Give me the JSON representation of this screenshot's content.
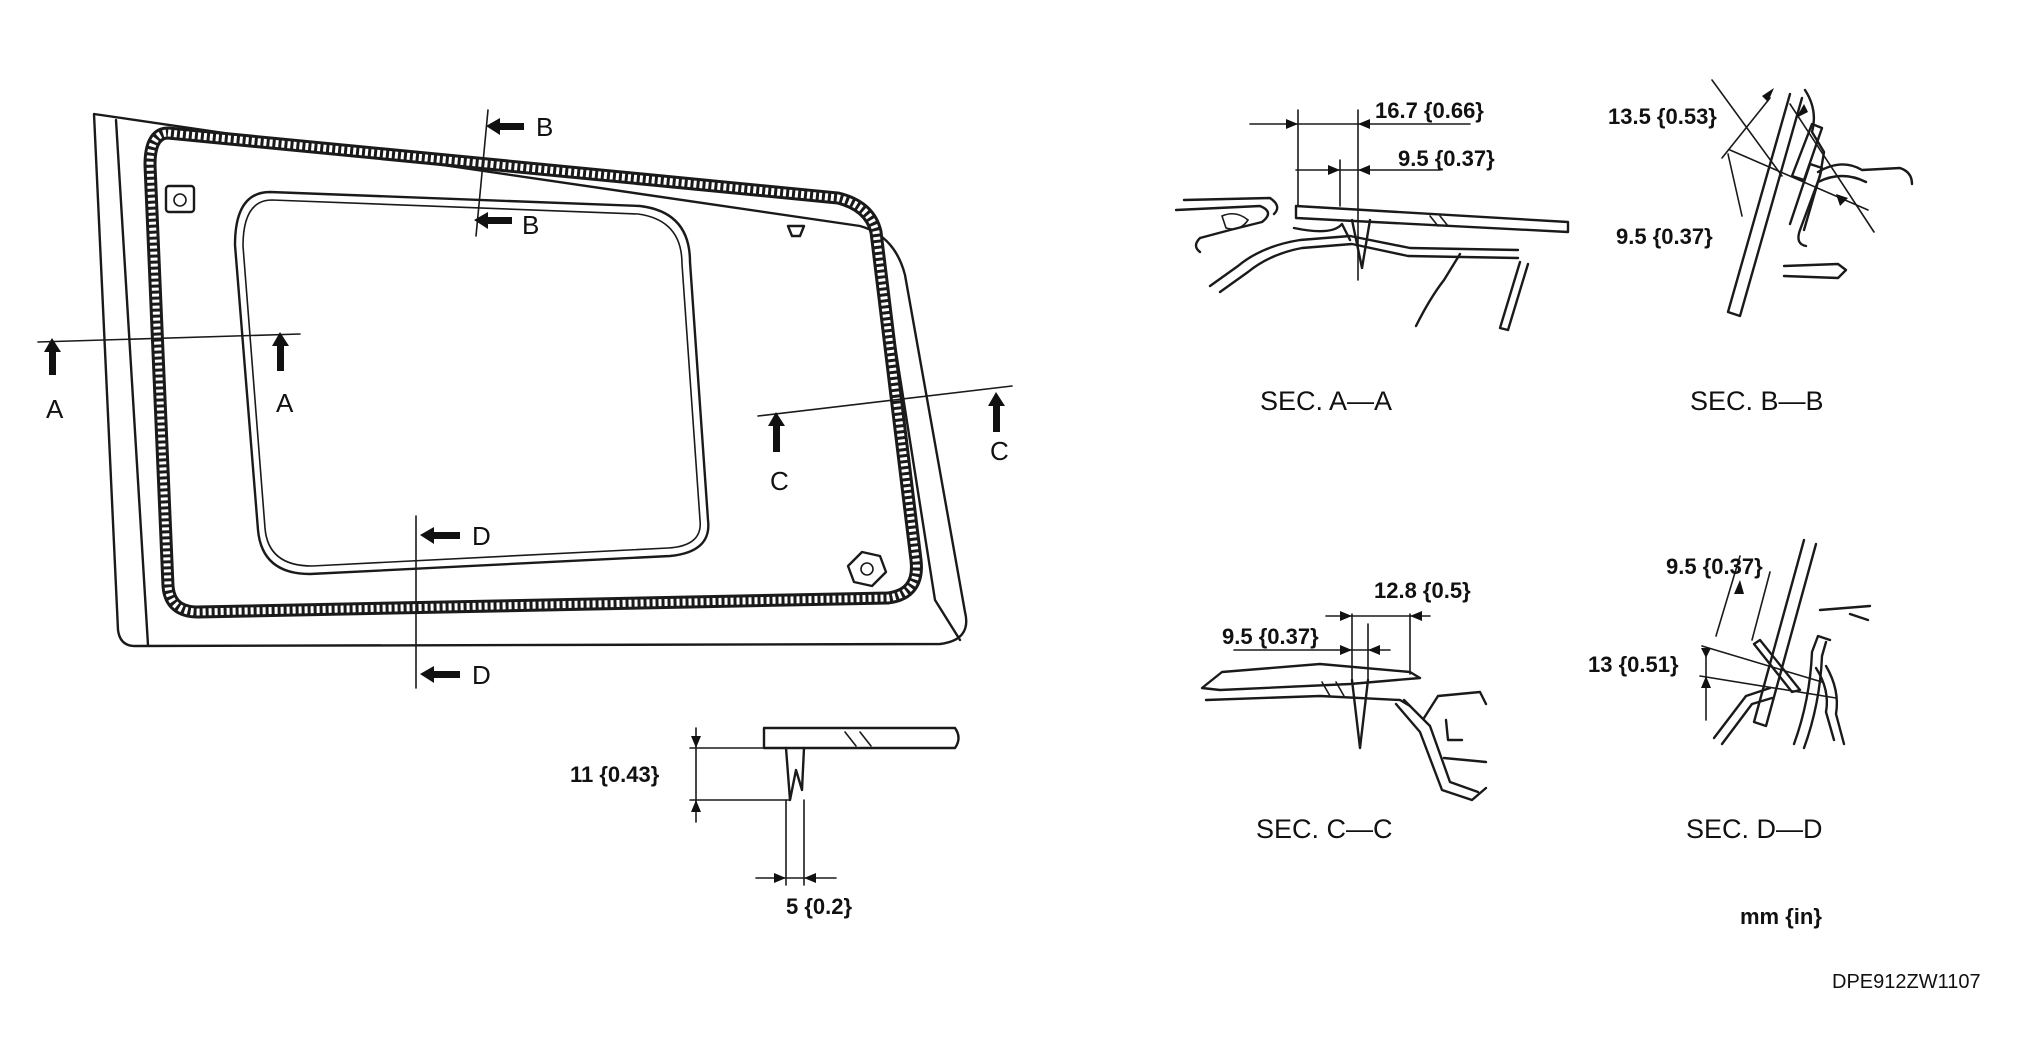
{
  "main_view": {
    "section_marks": {
      "a": "A",
      "b": "B",
      "c": "C",
      "d": "D"
    }
  },
  "callouts": {
    "bottom": {
      "height": "11 {0.43}",
      "width": "5 {0.2}"
    },
    "sec_a": {
      "outer": "16.7 {0.66}",
      "inner": "9.5 {0.37}"
    },
    "sec_b": {
      "outer": "13.5 {0.53}",
      "inner": "9.5 {0.37}"
    },
    "sec_c": {
      "outer": "12.8 {0.5}",
      "inner": "9.5 {0.37}"
    },
    "sec_d": {
      "outer": "9.5 {0.37}",
      "inner": "13 {0.51}"
    }
  },
  "captions": {
    "sec_a": "SEC. A—A",
    "sec_b": "SEC. B—B",
    "sec_c": "SEC. C—C",
    "sec_d": "SEC. D—D"
  },
  "units": "mm {in}",
  "figure_code": "DPE912ZW1107"
}
